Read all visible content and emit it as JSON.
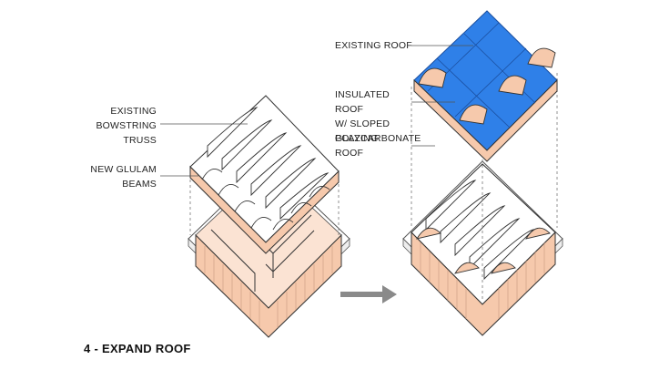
{
  "labels": {
    "existing_bowstring_truss": "EXISTING\nBOWSTRING\nTRUSS",
    "new_glulam_beams": "NEW GLULAM\nBEAMS",
    "existing_roof": "EXISTING ROOF",
    "insulated_roof": "INSULATED ROOF\nW/ SLOPED\nGLAZING",
    "polycarbonate_roof": "POLYCARBONATE\nROOF"
  },
  "caption": "4 - EXPAND ROOF",
  "colors": {
    "roof_blue": "#2f80e8",
    "wall_peach": "#f6c9ac",
    "line": "#333333",
    "arrow": "#8a8a8a"
  }
}
